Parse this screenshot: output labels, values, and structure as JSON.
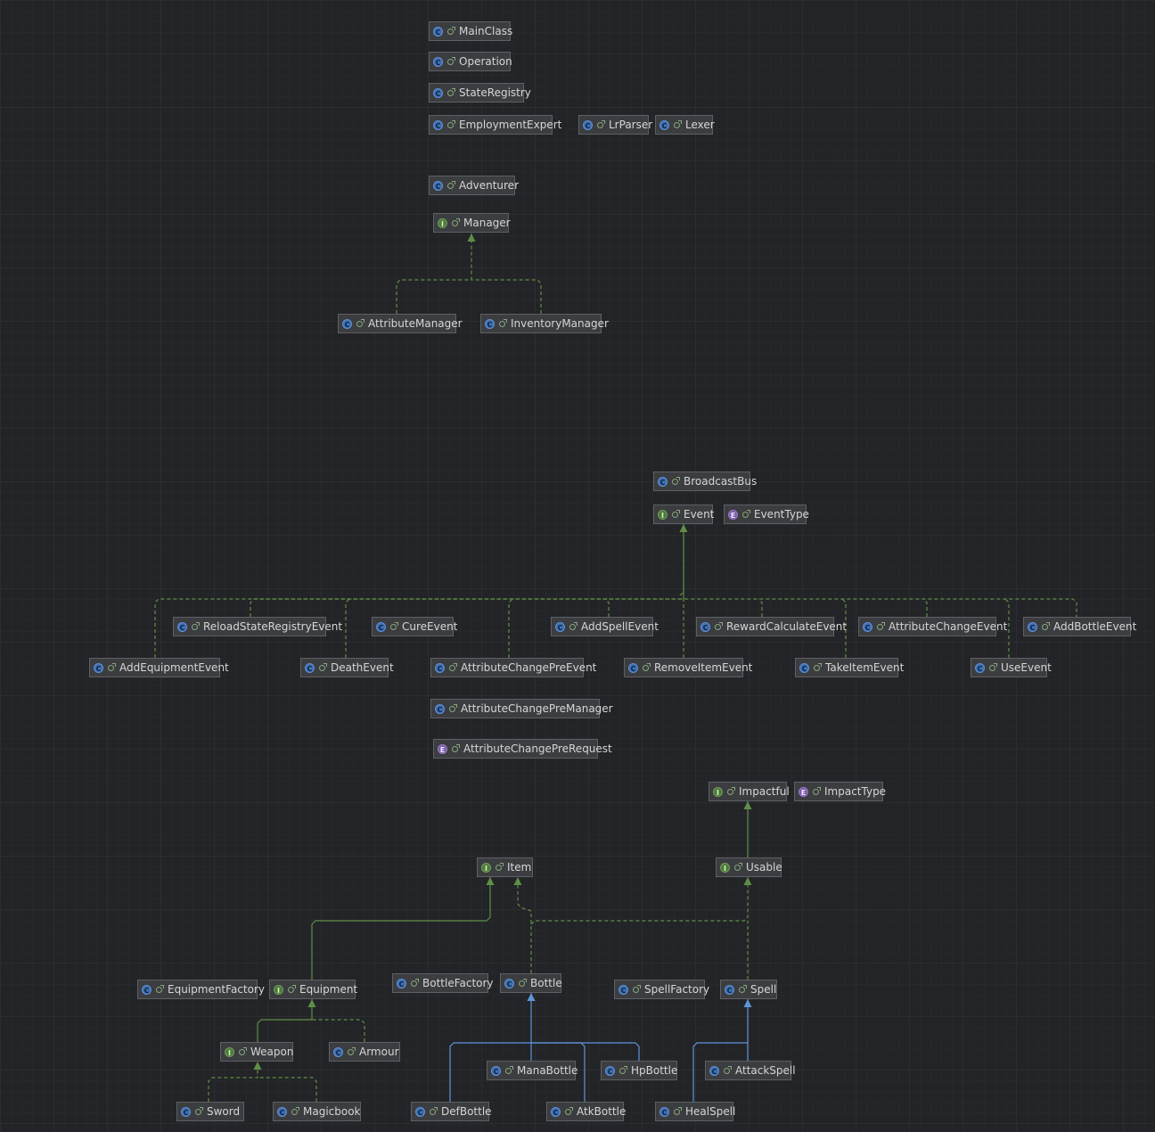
{
  "nodes": [
    {
      "id": "MainClass",
      "label": "MainClass",
      "kind": "class",
      "kind_glyph": "C"
    },
    {
      "id": "Operation",
      "label": "Operation",
      "kind": "class",
      "kind_glyph": "C"
    },
    {
      "id": "StateRegistry",
      "label": "StateRegistry",
      "kind": "class",
      "kind_glyph": "C"
    },
    {
      "id": "EmploymentExpert",
      "label": "EmploymentExpert",
      "kind": "class",
      "kind_glyph": "C"
    },
    {
      "id": "LrParser",
      "label": "LrParser",
      "kind": "class",
      "kind_glyph": "C"
    },
    {
      "id": "Lexer",
      "label": "Lexer",
      "kind": "class",
      "kind_glyph": "C"
    },
    {
      "id": "Adventurer",
      "label": "Adventurer",
      "kind": "class",
      "kind_glyph": "C"
    },
    {
      "id": "Manager",
      "label": "Manager",
      "kind": "interface",
      "kind_glyph": "I"
    },
    {
      "id": "AttributeManager",
      "label": "AttributeManager",
      "kind": "class",
      "kind_glyph": "C"
    },
    {
      "id": "InventoryManager",
      "label": "InventoryManager",
      "kind": "class",
      "kind_glyph": "C"
    },
    {
      "id": "BroadcastBus",
      "label": "BroadcastBus",
      "kind": "class",
      "kind_glyph": "C"
    },
    {
      "id": "Event",
      "label": "Event",
      "kind": "interface",
      "kind_glyph": "I"
    },
    {
      "id": "EventType",
      "label": "EventType",
      "kind": "enum",
      "kind_glyph": "E"
    },
    {
      "id": "ReloadStateRegistryEvent",
      "label": "ReloadStateRegistryEvent",
      "kind": "class",
      "kind_glyph": "C"
    },
    {
      "id": "CureEvent",
      "label": "CureEvent",
      "kind": "class",
      "kind_glyph": "C"
    },
    {
      "id": "AddSpellEvent",
      "label": "AddSpellEvent",
      "kind": "class",
      "kind_glyph": "C"
    },
    {
      "id": "RewardCalculateEvent",
      "label": "RewardCalculateEvent",
      "kind": "class",
      "kind_glyph": "C"
    },
    {
      "id": "AttributeChangeEvent",
      "label": "AttributeChangeEvent",
      "kind": "class",
      "kind_glyph": "C"
    },
    {
      "id": "AddBottleEvent",
      "label": "AddBottleEvent",
      "kind": "class",
      "kind_glyph": "C"
    },
    {
      "id": "AddEquipmentEvent",
      "label": "AddEquipmentEvent",
      "kind": "class",
      "kind_glyph": "C"
    },
    {
      "id": "DeathEvent",
      "label": "DeathEvent",
      "kind": "class",
      "kind_glyph": "C"
    },
    {
      "id": "AttributeChangePreEvent",
      "label": "AttributeChangePreEvent",
      "kind": "class",
      "kind_glyph": "C"
    },
    {
      "id": "RemoveItemEvent",
      "label": "RemoveItemEvent",
      "kind": "class",
      "kind_glyph": "C"
    },
    {
      "id": "TakeItemEvent",
      "label": "TakeItemEvent",
      "kind": "class",
      "kind_glyph": "C"
    },
    {
      "id": "UseEvent",
      "label": "UseEvent",
      "kind": "class",
      "kind_glyph": "C"
    },
    {
      "id": "AttributeChangePreManager",
      "label": "AttributeChangePreManager",
      "kind": "class",
      "kind_glyph": "C"
    },
    {
      "id": "AttributeChangePreRequest",
      "label": "AttributeChangePreRequest",
      "kind": "enum",
      "kind_glyph": "E"
    },
    {
      "id": "Impactful",
      "label": "Impactful",
      "kind": "interface",
      "kind_glyph": "I"
    },
    {
      "id": "ImpactType",
      "label": "ImpactType",
      "kind": "enum",
      "kind_glyph": "E"
    },
    {
      "id": "Item",
      "label": "Item",
      "kind": "interface",
      "kind_glyph": "I"
    },
    {
      "id": "Usable",
      "label": "Usable",
      "kind": "interface",
      "kind_glyph": "I"
    },
    {
      "id": "EquipmentFactory",
      "label": "EquipmentFactory",
      "kind": "class",
      "kind_glyph": "C"
    },
    {
      "id": "Equipment",
      "label": "Equipment",
      "kind": "interface",
      "kind_glyph": "I"
    },
    {
      "id": "BottleFactory",
      "label": "BottleFactory",
      "kind": "class",
      "kind_glyph": "C"
    },
    {
      "id": "Bottle",
      "label": "Bottle",
      "kind": "class",
      "kind_glyph": "C"
    },
    {
      "id": "SpellFactory",
      "label": "SpellFactory",
      "kind": "class",
      "kind_glyph": "C"
    },
    {
      "id": "Spell",
      "label": "Spell",
      "kind": "class",
      "kind_glyph": "C"
    },
    {
      "id": "Weapon",
      "label": "Weapon",
      "kind": "interface",
      "kind_glyph": "I"
    },
    {
      "id": "Armour",
      "label": "Armour",
      "kind": "class",
      "kind_glyph": "C"
    },
    {
      "id": "ManaBottle",
      "label": "ManaBottle",
      "kind": "class",
      "kind_glyph": "C"
    },
    {
      "id": "HpBottle",
      "label": "HpBottle",
      "kind": "class",
      "kind_glyph": "C"
    },
    {
      "id": "AttackSpell",
      "label": "AttackSpell",
      "kind": "class",
      "kind_glyph": "C"
    },
    {
      "id": "Sword",
      "label": "Sword",
      "kind": "class",
      "kind_glyph": "C"
    },
    {
      "id": "Magicbook",
      "label": "Magicbook",
      "kind": "class",
      "kind_glyph": "C"
    },
    {
      "id": "DefBottle",
      "label": "DefBottle",
      "kind": "class",
      "kind_glyph": "C"
    },
    {
      "id": "AtkBottle",
      "label": "AtkBottle",
      "kind": "class",
      "kind_glyph": "C"
    },
    {
      "id": "HealSpell",
      "label": "HealSpell",
      "kind": "class",
      "kind_glyph": "C"
    }
  ],
  "edges": [
    {
      "from": "AttributeManager",
      "to": "Manager",
      "type": "implements"
    },
    {
      "from": "InventoryManager",
      "to": "Manager",
      "type": "implements"
    },
    {
      "from": "ReloadStateRegistryEvent",
      "to": "Event",
      "type": "implements"
    },
    {
      "from": "CureEvent",
      "to": "Event",
      "type": "implements"
    },
    {
      "from": "AddSpellEvent",
      "to": "Event",
      "type": "implements"
    },
    {
      "from": "RewardCalculateEvent",
      "to": "Event",
      "type": "implements"
    },
    {
      "from": "AttributeChangeEvent",
      "to": "Event",
      "type": "implements"
    },
    {
      "from": "AddBottleEvent",
      "to": "Event",
      "type": "implements"
    },
    {
      "from": "AddEquipmentEvent",
      "to": "Event",
      "type": "implements"
    },
    {
      "from": "DeathEvent",
      "to": "Event",
      "type": "implements"
    },
    {
      "from": "AttributeChangePreEvent",
      "to": "Event",
      "type": "implements"
    },
    {
      "from": "RemoveItemEvent",
      "to": "Event",
      "type": "implements"
    },
    {
      "from": "TakeItemEvent",
      "to": "Event",
      "type": "implements"
    },
    {
      "from": "UseEvent",
      "to": "Event",
      "type": "implements"
    },
    {
      "from": "Usable",
      "to": "Impactful",
      "type": "interface-extends"
    },
    {
      "from": "Equipment",
      "to": "Item",
      "type": "interface-extends"
    },
    {
      "from": "Bottle",
      "to": "Item",
      "type": "implements"
    },
    {
      "from": "Bottle",
      "to": "Usable",
      "type": "implements"
    },
    {
      "from": "Spell",
      "to": "Usable",
      "type": "implements"
    },
    {
      "from": "Weapon",
      "to": "Equipment",
      "type": "interface-extends"
    },
    {
      "from": "Armour",
      "to": "Equipment",
      "type": "implements"
    },
    {
      "from": "Sword",
      "to": "Weapon",
      "type": "implements"
    },
    {
      "from": "Magicbook",
      "to": "Weapon",
      "type": "implements"
    },
    {
      "from": "ManaBottle",
      "to": "Bottle",
      "type": "extends"
    },
    {
      "from": "HpBottle",
      "to": "Bottle",
      "type": "extends"
    },
    {
      "from": "DefBottle",
      "to": "Bottle",
      "type": "extends"
    },
    {
      "from": "AtkBottle",
      "to": "Bottle",
      "type": "extends"
    },
    {
      "from": "AttackSpell",
      "to": "Spell",
      "type": "extends"
    },
    {
      "from": "HealSpell",
      "to": "Spell",
      "type": "extends"
    }
  ],
  "colors": {
    "background": "#232427",
    "node_fill": "#3b3d40",
    "node_border": "#5d6064",
    "node_text": "#d6d6d6",
    "implements_edge": "#5f8f47",
    "extends_edge": "#5f95d8",
    "class_icon": "#3f6fb1",
    "interface_icon": "#4d7a3c",
    "enum_icon": "#7a5aa8"
  }
}
